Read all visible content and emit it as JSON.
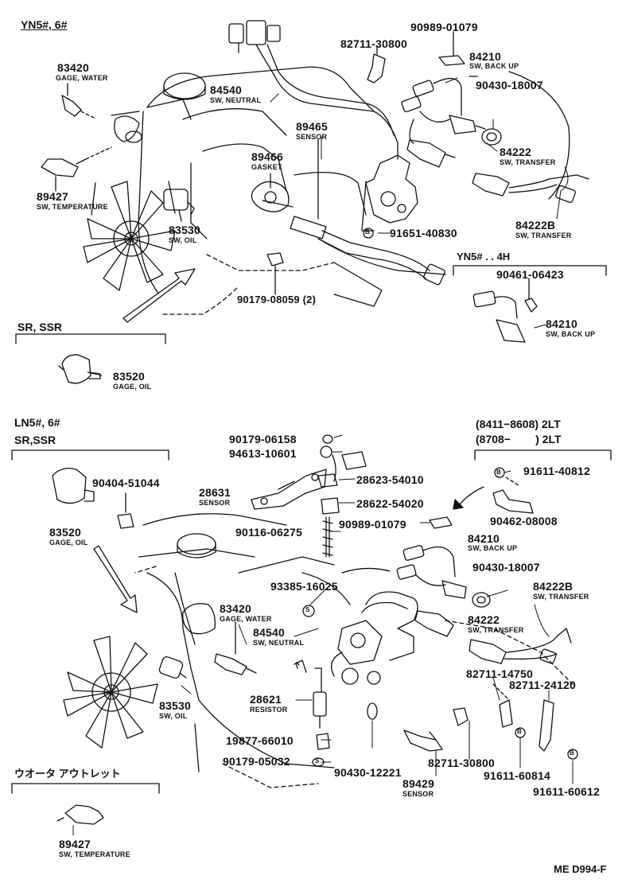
{
  "sections": {
    "top_header": "YN5#, 6#",
    "top_sr": "SR, SSR",
    "top_yn4h": "YN5# . . 4H",
    "bottom_header": "LN5#, 6#",
    "bottom_sr": "SR,SSR",
    "bottom_range1": "(8411−8608) 2LT",
    "bottom_range2": "(8708−        ) 2LT",
    "water_outlet": "ウオータ アウトレット"
  },
  "top_parts": [
    {
      "pn": "83420",
      "sub": "GAGE, WATER"
    },
    {
      "pn": "84540",
      "sub": "SW, NEUTRAL"
    },
    {
      "pn": "89465",
      "sub": "SENSOR"
    },
    {
      "pn": "89466",
      "sub": "GASKET"
    },
    {
      "pn": "89427",
      "sub": "SW, TEMPERATURE"
    },
    {
      "pn": "83530",
      "sub": "SW, OIL"
    },
    {
      "pn": "90179-08059 (2)",
      "sub": ""
    },
    {
      "pn": "82711-30800",
      "sub": ""
    },
    {
      "pn": "90989-01079",
      "sub": ""
    },
    {
      "pn": "84210",
      "sub": "SW, BACK UP"
    },
    {
      "pn": "90430-18007",
      "sub": ""
    },
    {
      "pn": "84222",
      "sub": "SW, TRANSFER"
    },
    {
      "pn": "84222B",
      "sub": "SW, TRANSFER"
    },
    {
      "pn": "91651-40830",
      "sub": ""
    },
    {
      "pn": "90461-06423",
      "sub": ""
    },
    {
      "pn": "84210",
      "sub": "SW, BACK UP"
    },
    {
      "pn": "83520",
      "sub": "GAGE, OIL"
    }
  ],
  "bottom_parts": [
    {
      "pn": "90404-51044",
      "sub": ""
    },
    {
      "pn": "83520",
      "sub": "GAGE, OIL"
    },
    {
      "pn": "90179-06158",
      "sub": ""
    },
    {
      "pn": "94613-10601",
      "sub": ""
    },
    {
      "pn": "28631",
      "sub": "SENSOR"
    },
    {
      "pn": "28623-54010",
      "sub": ""
    },
    {
      "pn": "28622-54020",
      "sub": ""
    },
    {
      "pn": "90116-06275",
      "sub": ""
    },
    {
      "pn": "90989-01079",
      "sub": ""
    },
    {
      "pn": "91611-40812",
      "sub": ""
    },
    {
      "pn": "90462-08008",
      "sub": ""
    },
    {
      "pn": "84210",
      "sub": "SW, BACK UP"
    },
    {
      "pn": "90430-18007",
      "sub": ""
    },
    {
      "pn": "84222B",
      "sub": "SW, TRANSFER"
    },
    {
      "pn": "93385-16025",
      "sub": ""
    },
    {
      "pn": "83420",
      "sub": "GAGE, WATER"
    },
    {
      "pn": "84540",
      "sub": "SW, NEUTRAL"
    },
    {
      "pn": "84222",
      "sub": "SW, TRANSFER"
    },
    {
      "pn": "82711-14750",
      "sub": ""
    },
    {
      "pn": "82711-24120",
      "sub": ""
    },
    {
      "pn": "28621",
      "sub": "RESISTOR"
    },
    {
      "pn": "83530",
      "sub": "SW, OIL"
    },
    {
      "pn": "19877-66010",
      "sub": ""
    },
    {
      "pn": "90179-05032",
      "sub": ""
    },
    {
      "pn": "90430-12221",
      "sub": ""
    },
    {
      "pn": "89429",
      "sub": "SENSOR"
    },
    {
      "pn": "82711-30800",
      "sub": ""
    },
    {
      "pn": "91611-60814",
      "sub": ""
    },
    {
      "pn": "91611-60612",
      "sub": ""
    },
    {
      "pn": "89427",
      "sub": "SW, TEMPERATURE"
    }
  ],
  "figure_code": "ME D994-F"
}
